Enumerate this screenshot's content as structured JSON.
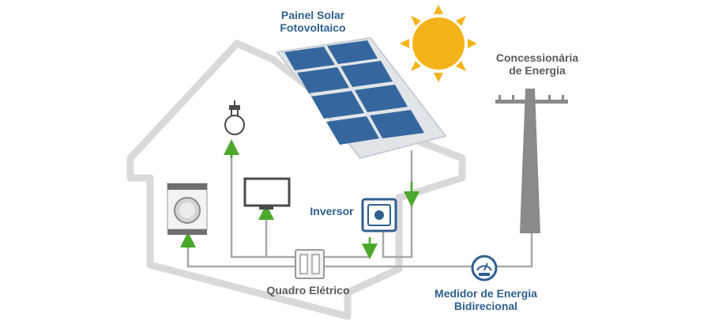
{
  "labels": {
    "solar_panel": [
      "Painel Solar",
      "Fotovoltaico"
    ],
    "utility": [
      "Concessionária",
      "de Energia"
    ],
    "inverter": "Inversor",
    "electrical_panel": "Quadro Elétrico",
    "meter": [
      "Medidor de Energia",
      "Bidirecional"
    ]
  },
  "colors": {
    "house_outline": "#d9d9d9",
    "wire": "#a8a8a8",
    "arrow": "#4ca82c",
    "panel_fill": "#35679e",
    "panel_frame": "#e1e4e8",
    "sun": "#f5b31b",
    "pole": "#8a8a8a",
    "label_blue": "#2f5f8f",
    "label_gray": "#5a5a5a"
  },
  "icons": [
    "sun-icon",
    "solar-panel-icon",
    "light-bulb-icon",
    "tv-icon",
    "washing-machine-icon",
    "inverter-icon",
    "electrical-panel-icon",
    "meter-icon",
    "utility-pole-icon"
  ]
}
